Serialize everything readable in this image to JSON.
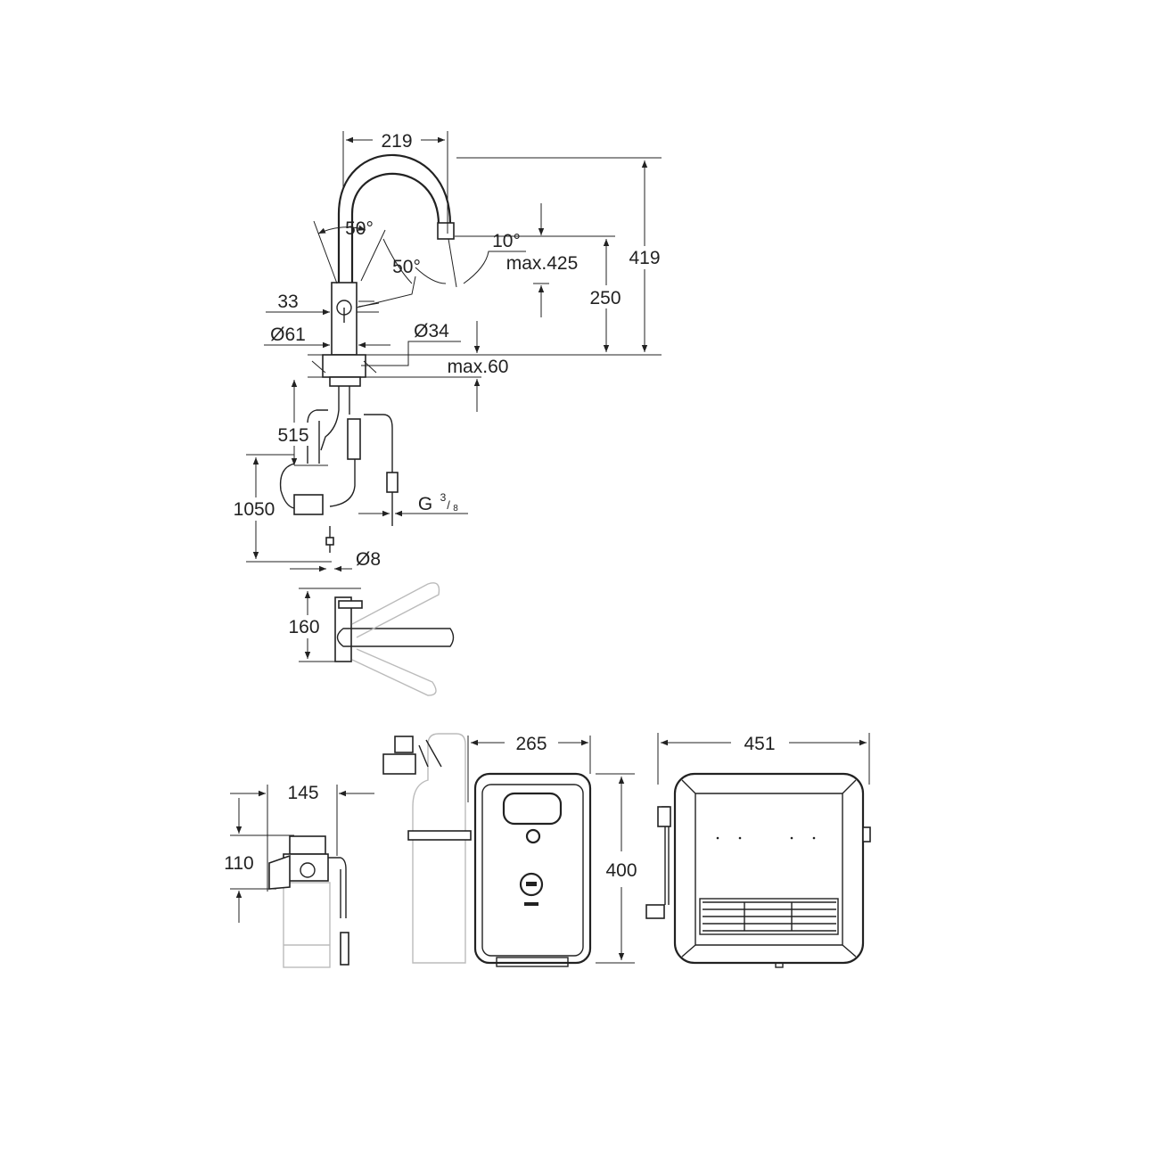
{
  "faucet": {
    "dims": {
      "width": "219",
      "height_total": "419",
      "height_outlet": "250",
      "pullout": "max.425",
      "angle_spout": "10°",
      "angle_lever_top": "50°",
      "angle_lever_side": "50°",
      "offset_lever": "33",
      "base_diameter": "Ø61",
      "hole_diameter": "Ø34",
      "deck_thickness": "max.60",
      "hose_length_short": "515",
      "hose_length_long": "1050",
      "thread": "G",
      "thread_num": "3",
      "thread_den": "8",
      "pipe_diameter": "Ø8",
      "lever_depth": "160"
    }
  },
  "filter": {
    "dims": {
      "width": "145",
      "height": "110"
    }
  },
  "chiller": {
    "dims": {
      "depth": "265",
      "height": "400",
      "width": "451"
    }
  },
  "colors": {
    "line": "#222222",
    "faded": "#bbbbbb"
  }
}
